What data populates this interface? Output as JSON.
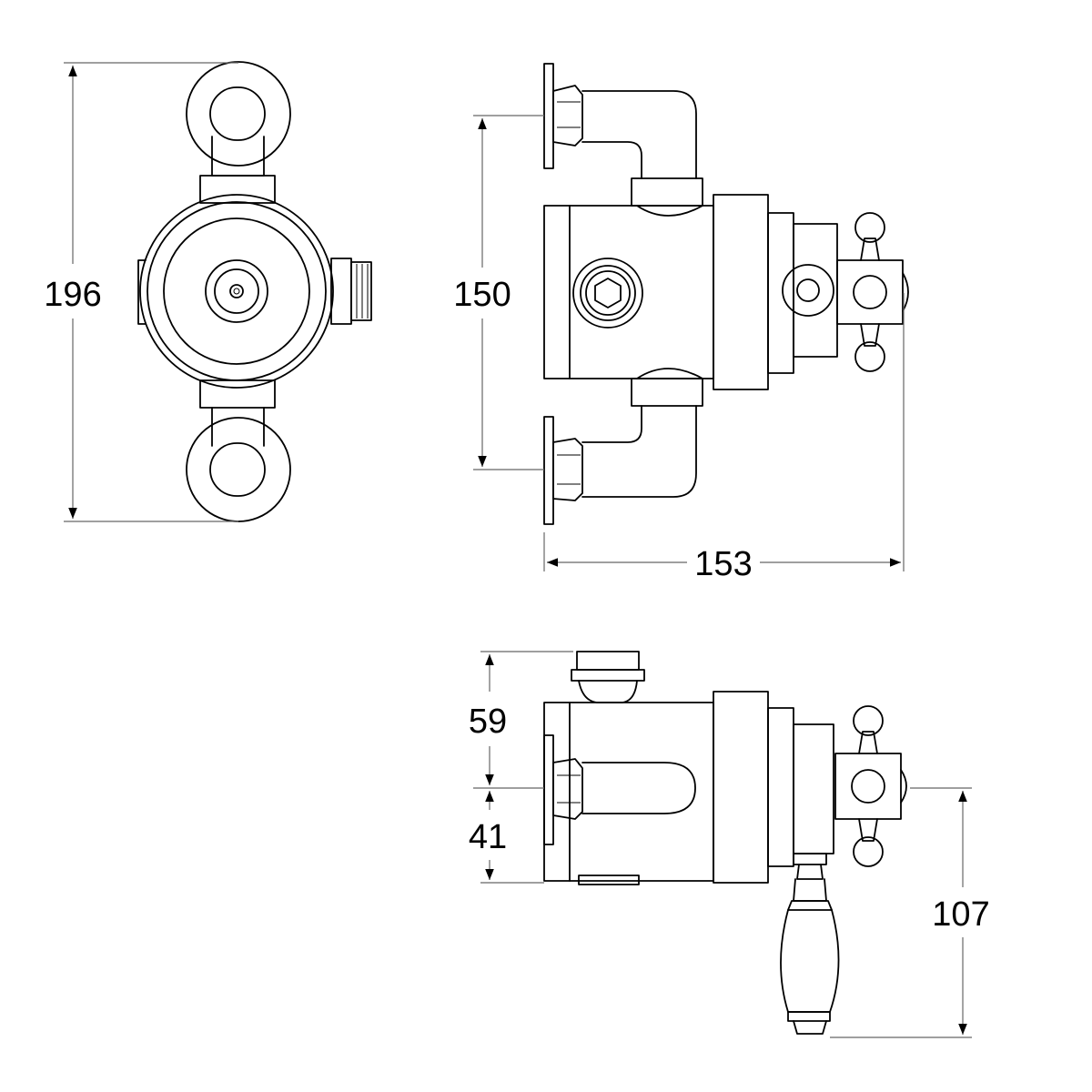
{
  "dimensions": {
    "front_height": "196",
    "side_height": "150",
    "side_width": "153",
    "bottom_upper": "59",
    "bottom_lower": "41",
    "lever_drop": "107"
  },
  "colors": {
    "line": "#000000",
    "dimension_line": "#666666",
    "background": "#ffffff"
  }
}
